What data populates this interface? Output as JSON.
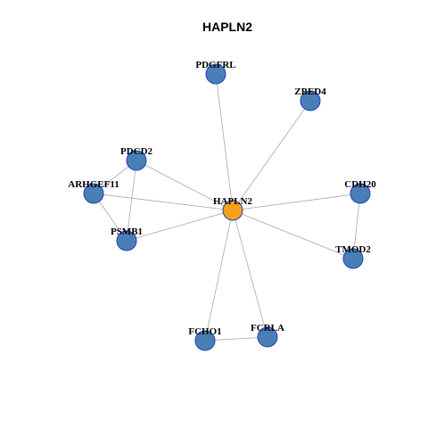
{
  "title": "HAPLN2",
  "colors": {
    "center_node": "#f5a11c",
    "neighbor_node": "#4a7fb5",
    "node_border": "#1f3fbf",
    "edge": "#a8a8a8"
  },
  "nodes": [
    {
      "id": "HAPLN2",
      "label": "HAPLN2",
      "role": "center"
    },
    {
      "id": "PDGFRL",
      "label": "PDGFRL",
      "role": "neighbor"
    },
    {
      "id": "ZBED4",
      "label": "ZBED4",
      "role": "neighbor"
    },
    {
      "id": "PDCD2",
      "label": "PDCD2",
      "role": "neighbor"
    },
    {
      "id": "ARHGEF11",
      "label": "ARHGEF11",
      "role": "neighbor"
    },
    {
      "id": "PSMB1",
      "label": "PSMB1",
      "role": "neighbor"
    },
    {
      "id": "CDH20",
      "label": "CDH20",
      "role": "neighbor"
    },
    {
      "id": "TMOD2",
      "label": "TMOD2",
      "role": "neighbor"
    },
    {
      "id": "FCHO1",
      "label": "FCHO1",
      "role": "neighbor"
    },
    {
      "id": "FCRLA",
      "label": "FCRLA",
      "role": "neighbor"
    }
  ],
  "edges": [
    [
      "HAPLN2",
      "PDGFRL"
    ],
    [
      "HAPLN2",
      "ZBED4"
    ],
    [
      "HAPLN2",
      "PDCD2"
    ],
    [
      "HAPLN2",
      "ARHGEF11"
    ],
    [
      "HAPLN2",
      "PSMB1"
    ],
    [
      "HAPLN2",
      "CDH20"
    ],
    [
      "HAPLN2",
      "TMOD2"
    ],
    [
      "HAPLN2",
      "FCHO1"
    ],
    [
      "HAPLN2",
      "FCRLA"
    ],
    [
      "PDCD2",
      "ARHGEF11"
    ],
    [
      "PDCD2",
      "PSMB1"
    ],
    [
      "ARHGEF11",
      "PSMB1"
    ],
    [
      "CDH20",
      "TMOD2"
    ],
    [
      "FCHO1",
      "FCRLA"
    ]
  ]
}
